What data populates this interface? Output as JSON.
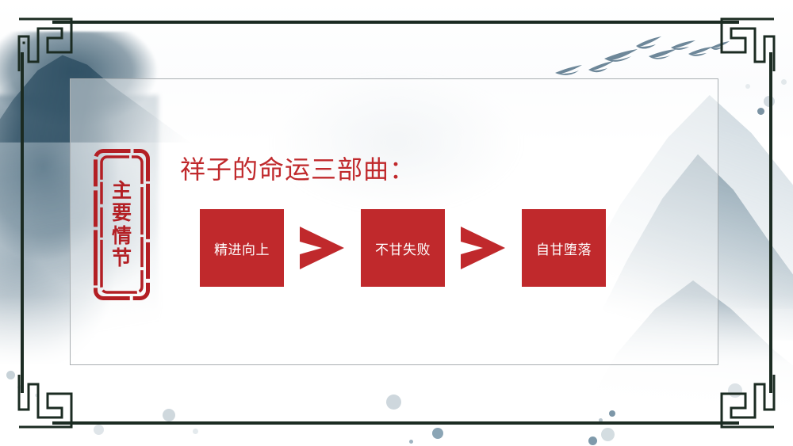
{
  "slide": {
    "seal": {
      "name": "main-plot-seal",
      "characters": [
        "主",
        "要",
        "情",
        "节"
      ],
      "text": "主要情节",
      "color": "#b31f24"
    },
    "headline": {
      "text": "祥子的命运三部曲：",
      "color": "#c0292c"
    },
    "flow": {
      "arrow_icon": "chevron-right-icon",
      "box_color": "#c0292c",
      "box_text_color": "#ffffff",
      "steps": [
        {
          "label": "精进向上"
        },
        {
          "label": "不甘失败"
        },
        {
          "label": "自甘堕落"
        }
      ]
    },
    "decor": {
      "frame_color": "#1b2b22",
      "panel_border_color": "#a9aeb1",
      "corner_ornament_icon": "chinese-meander-corner-icon",
      "birds_icon": "flying-birds-icon",
      "mountain_icon": "ink-wash-mountain-icon",
      "ink_color": "#3e5f73",
      "mist_color": "#b0c0cb"
    }
  }
}
